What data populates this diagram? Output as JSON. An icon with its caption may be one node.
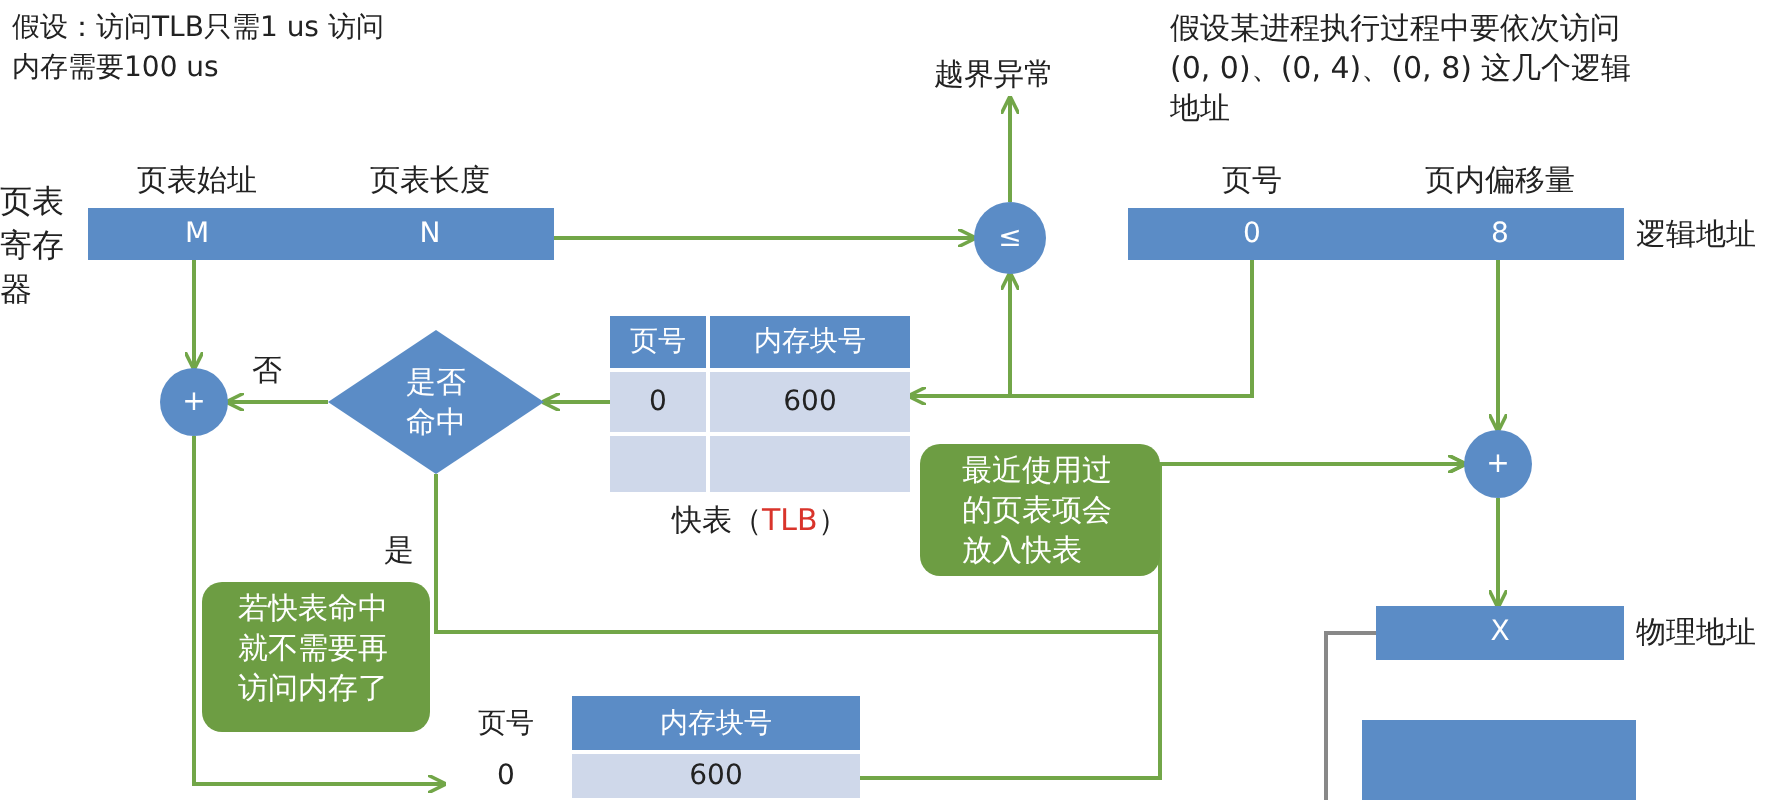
{
  "diagram": {
    "nodes": [
      {
        "text": [
          "页表始址",
          "M"
        ],
        "beside": [
          "页表寄存器"
        ]
      },
      {
        "text": [
          "页表长度",
          "N"
        ]
      },
      {
        "text": [
          "≤"
        ]
      },
      {
        "text": [
          "越界异常"
        ]
      },
      {
        "text": [
          "页号",
          "0"
        ]
      },
      {
        "text": [
          "页内偏移量",
          "8"
        ],
        "beside": [
          "逻辑地址"
        ]
      },
      {
        "text": [
          "页号",
          "内存块号",
          "0",
          "600"
        ],
        "beside": [
          "快表（**TLB**）"
        ]
      },
      {
        "text": [
          "是否命中"
        ]
      },
      {
        "text": [
          "+"
        ]
      },
      {
        "text": [
          "最近使用过的页表项会放入快表"
        ]
      },
      {
        "text": [
          "+"
        ]
      },
      {
        "text": [
          "X"
        ],
        "beside": [
          "物理地址"
        ]
      },
      {
        "text": [
          "若快表命中就不需要再访问内存了"
        ]
      },
      {
        "text": [
          "页号",
          "内存块号",
          "0",
          "600"
        ]
      },
      {
        "text": [],
        "shape": "box"
      }
    ],
    "edges": [
      {
        "from": 1,
        "to": 2,
        "arrow": "to"
      },
      {
        "from": 2,
        "to": 3,
        "arrow": "to"
      },
      {
        "from": 0,
        "to": 8,
        "arrow": "to"
      },
      {
        "from": 7,
        "to": 8,
        "arrow": "to",
        "label": "否"
      },
      {
        "from": 6,
        "to": 7,
        "arrow": "to"
      },
      {
        "from": 4,
        "to": 6,
        "arrow": "to"
      },
      {
        "from": 4,
        "to": 2,
        "arrow": "to"
      },
      {
        "from": 5,
        "to": 10,
        "arrow": "to"
      },
      {
        "from": 7,
        "to": 10,
        "arrow": "to",
        "label": "是"
      },
      {
        "from": 13,
        "to": 10,
        "arrow": "to"
      },
      {
        "from": 8,
        "to": 13,
        "arrow": "to"
      },
      {
        "from": 10,
        "to": 11,
        "arrow": "to"
      },
      {
        "from": 11,
        "to": null,
        "arrow": "none"
      }
    ],
    "labels": [
      "假设：访问TLB只需1 us 访问内存需要100 us",
      "假设某进程执行过程中要依次访问 (0, 0)、(0, 4)、(0, 8) 这几个逻辑地址"
    ]
  }
}
